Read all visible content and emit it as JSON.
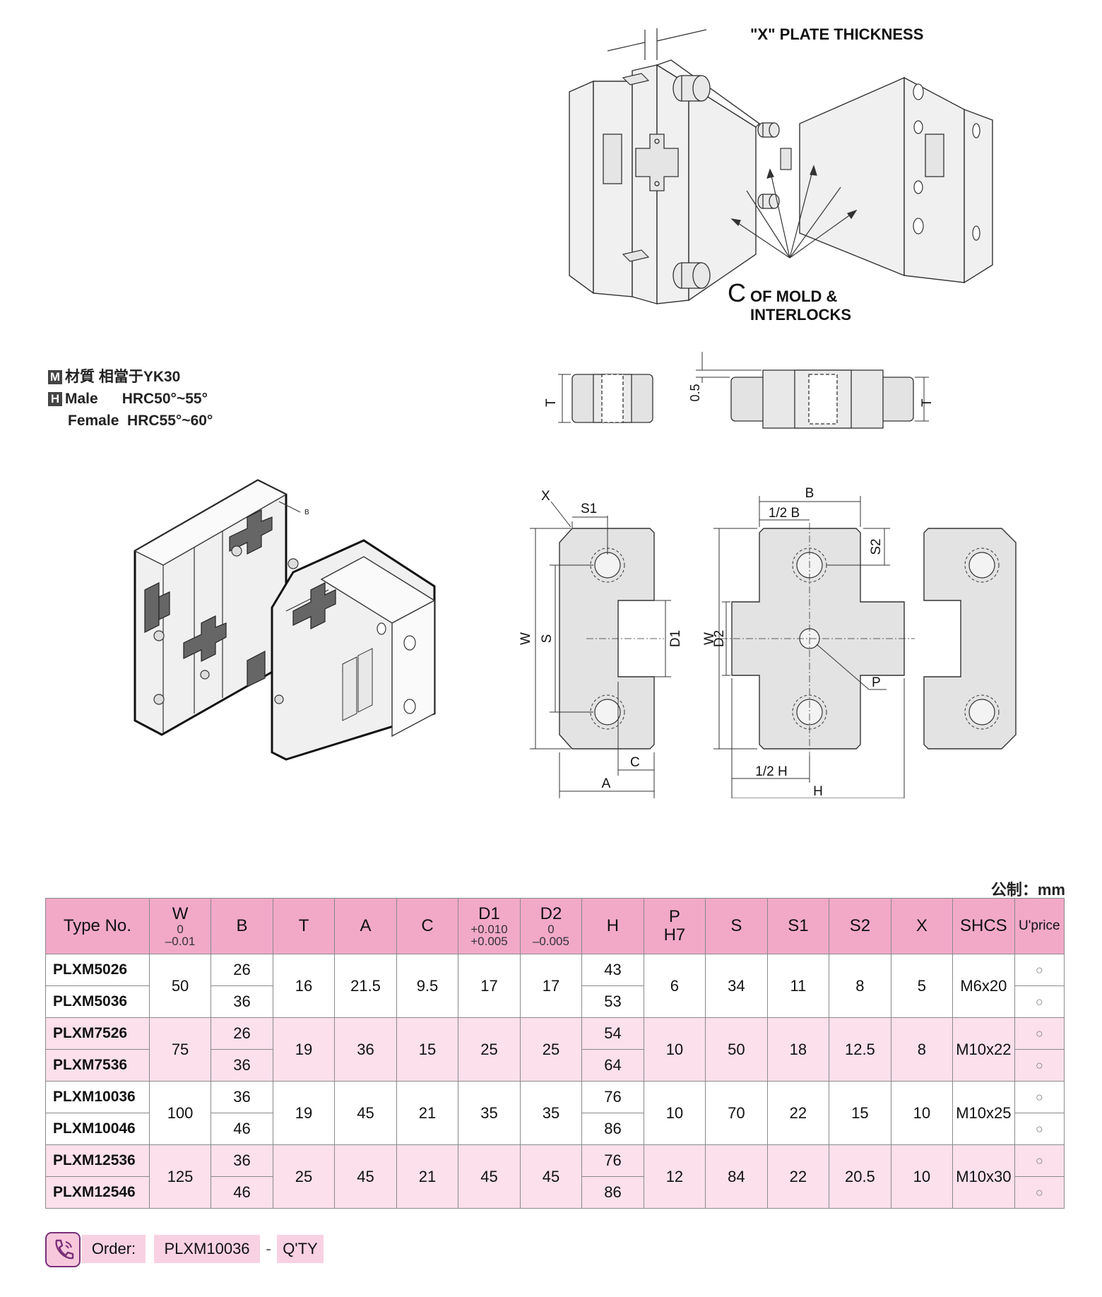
{
  "diagram": {
    "plate_thickness_label": "\"X\" PLATE THICKNESS",
    "centerline_symbol": "C",
    "centerline_line1": "OF MOLD &",
    "centerline_line2": "INTERLOCKS",
    "dims": {
      "T": "T",
      "gap": "0.5",
      "B": "B",
      "half_B": "1/2 B",
      "X": "X",
      "S1": "S1",
      "S2": "S2",
      "W": "W",
      "S": "S",
      "D1": "D1",
      "D2": "D2",
      "P": "P",
      "C": "C",
      "A": "A",
      "half_H": "1/2 H",
      "H": "H",
      "iso_B": "B"
    }
  },
  "material": {
    "m_badge": "M",
    "m_text": "材質 相當于YK30",
    "h_badge": "H",
    "male_label": "Male",
    "male_value": "HRC50°~55°",
    "female_label": "Female",
    "female_value": "HRC55°~60°"
  },
  "unit_label": "公制：mm",
  "table": {
    "headers": {
      "type": "Type No.",
      "W": "W",
      "W_tol1": "0",
      "W_tol2": "–0.01",
      "B": "B",
      "T": "T",
      "A": "A",
      "C": "C",
      "D1": "D1",
      "D1_tol1": "+0.010",
      "D1_tol2": "+0.005",
      "D2": "D2",
      "D2_tol1": "0",
      "D2_tol2": "–0.005",
      "H": "H",
      "P": "P",
      "P_fit": "H7",
      "S": "S",
      "S1": "S1",
      "S2": "S2",
      "X": "X",
      "SHCS": "SHCS",
      "price": "U'price"
    },
    "groups": [
      {
        "W": "50",
        "T": "16",
        "A": "21.5",
        "C": "9.5",
        "D1": "17",
        "D2": "17",
        "P": "6",
        "S": "34",
        "S1": "11",
        "S2": "8",
        "X": "5",
        "SHCS": "M6x20",
        "rows": [
          {
            "type": "PLXM5026",
            "B": "26",
            "H": "43",
            "price": "○"
          },
          {
            "type": "PLXM5036",
            "B": "36",
            "H": "53",
            "price": "○"
          }
        ]
      },
      {
        "W": "75",
        "T": "19",
        "A": "36",
        "C": "15",
        "D1": "25",
        "D2": "25",
        "P": "10",
        "S": "50",
        "S1": "18",
        "S2": "12.5",
        "X": "8",
        "SHCS": "M10x22",
        "rows": [
          {
            "type": "PLXM7526",
            "B": "26",
            "H": "54",
            "price": "○"
          },
          {
            "type": "PLXM7536",
            "B": "36",
            "H": "64",
            "price": "○"
          }
        ]
      },
      {
        "W": "100",
        "T": "19",
        "A": "45",
        "C": "21",
        "D1": "35",
        "D2": "35",
        "P": "10",
        "S": "70",
        "S1": "22",
        "S2": "15",
        "X": "10",
        "SHCS": "M10x25",
        "rows": [
          {
            "type": "PLXM10036",
            "B": "36",
            "H": "76",
            "price": "○"
          },
          {
            "type": "PLXM10046",
            "B": "46",
            "H": "86",
            "price": "○"
          }
        ]
      },
      {
        "W": "125",
        "T": "25",
        "A": "45",
        "C": "21",
        "D1": "45",
        "D2": "45",
        "P": "12",
        "S": "84",
        "S1": "22",
        "S2": "20.5",
        "X": "10",
        "SHCS": "M10x30",
        "rows": [
          {
            "type": "PLXM12536",
            "B": "36",
            "H": "76",
            "price": "○"
          },
          {
            "type": "PLXM12546",
            "B": "46",
            "H": "86",
            "price": "○"
          }
        ]
      }
    ]
  },
  "order": {
    "icon": "phone-icon",
    "label": "Order:",
    "model": "PLXM10036",
    "separator": "-",
    "qty": "Q'TY"
  },
  "colors": {
    "header_pink": "#f2a9c8",
    "row_pink": "#fce0ec",
    "part_gray": "#e3e3e3",
    "dark_gray": "#555555",
    "order_purple": "#7a2f79"
  }
}
